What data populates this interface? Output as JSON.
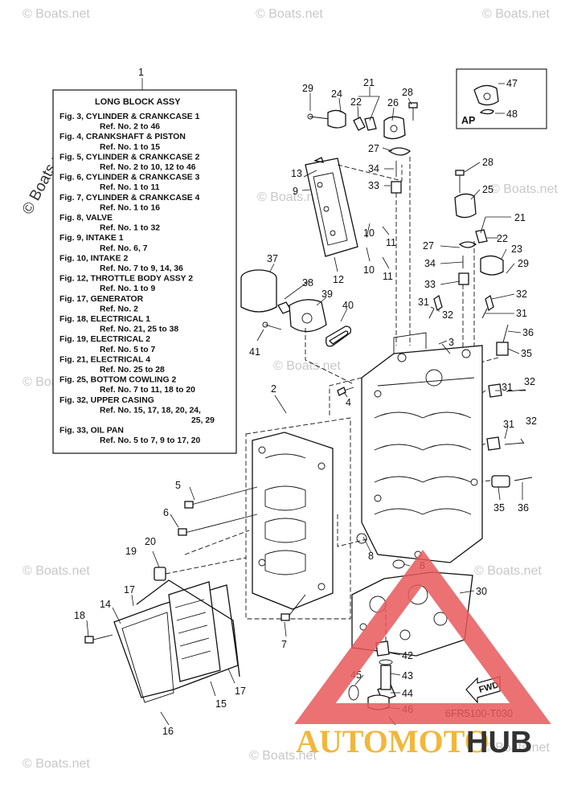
{
  "legend": {
    "title": "LONG BLOCK ASSY",
    "lines": [
      {
        "kind": "fig",
        "text": "Fig. 3, CYLINDER & CRANKCASE 1"
      },
      {
        "kind": "ref",
        "text": "Ref. No. 2 to 46"
      },
      {
        "kind": "fig",
        "text": "Fig. 4, CRANKSHAFT & PISTON"
      },
      {
        "kind": "ref",
        "text": "Ref. No. 1 to 15"
      },
      {
        "kind": "fig",
        "text": "Fig. 5, CYLINDER & CRANKCASE 2"
      },
      {
        "kind": "ref",
        "text": "Ref. No. 2 to 10, 12 to 46"
      },
      {
        "kind": "fig",
        "text": "Fig. 6, CYLINDER & CRANKCASE 3"
      },
      {
        "kind": "ref",
        "text": "Ref. No. 1 to 11"
      },
      {
        "kind": "fig",
        "text": "Fig. 7, CYLINDER & CRANKCASE 4"
      },
      {
        "kind": "ref",
        "text": "Ref. No. 1 to 16"
      },
      {
        "kind": "fig",
        "text": "Fig. 8, VALVE"
      },
      {
        "kind": "ref",
        "text": "Ref. No. 1 to 32"
      },
      {
        "kind": "fig",
        "text": "Fig. 9, INTAKE 1"
      },
      {
        "kind": "ref",
        "text": "Ref. No. 6, 7"
      },
      {
        "kind": "fig",
        "text": "Fig. 10, INTAKE 2"
      },
      {
        "kind": "ref",
        "text": "Ref. No. 7 to 9, 14, 36"
      },
      {
        "kind": "fig",
        "text": "Fig. 12, THROTTLE BODY ASSY 2"
      },
      {
        "kind": "ref",
        "text": "Ref. No. 1 to 9"
      },
      {
        "kind": "fig",
        "text": "Fig. 17, GENERATOR"
      },
      {
        "kind": "ref",
        "text": "Ref. No. 2"
      },
      {
        "kind": "fig",
        "text": "Fig. 18, ELECTRICAL 1"
      },
      {
        "kind": "ref",
        "text": "Ref. No. 21, 25 to 38"
      },
      {
        "kind": "fig",
        "text": "Fig. 19, ELECTRICAL 2"
      },
      {
        "kind": "ref",
        "text": "Ref. No. 5 to 7"
      },
      {
        "kind": "fig",
        "text": "Fig. 21, ELECTRICAL 4"
      },
      {
        "kind": "ref",
        "text": "Ref. No. 25 to 28"
      },
      {
        "kind": "fig",
        "text": "Fig. 25, BOTTOM COWLING 2"
      },
      {
        "kind": "ref",
        "text": "Ref. No. 7 to 11, 18 to 20"
      },
      {
        "kind": "fig",
        "text": "Fig. 32, UPPER CASING"
      },
      {
        "kind": "ref",
        "text": "Ref. No. 15, 17, 18, 20, 24,"
      },
      {
        "kind": "ref2",
        "text": "25, 29"
      },
      {
        "kind": "fig",
        "text": "Fig. 33, OIL PAN"
      },
      {
        "kind": "ref",
        "text": "Ref. No. 5 to 7, 9 to 17, 20"
      }
    ]
  },
  "callouts": [
    {
      "id": "c1",
      "text": "1"
    },
    {
      "id": "c2",
      "text": "2"
    },
    {
      "id": "c3",
      "text": "3"
    },
    {
      "id": "c4",
      "text": "4"
    },
    {
      "id": "c5",
      "text": "5"
    },
    {
      "id": "c6",
      "text": "6"
    },
    {
      "id": "c7",
      "text": "7"
    },
    {
      "id": "c8a",
      "text": "8"
    },
    {
      "id": "c8b",
      "text": "8"
    },
    {
      "id": "c9",
      "text": "9"
    },
    {
      "id": "c10a",
      "text": "10"
    },
    {
      "id": "c10b",
      "text": "10"
    },
    {
      "id": "c11a",
      "text": "11"
    },
    {
      "id": "c11b",
      "text": "11"
    },
    {
      "id": "c12",
      "text": "12"
    },
    {
      "id": "c13",
      "text": "13"
    },
    {
      "id": "c14",
      "text": "14"
    },
    {
      "id": "c15",
      "text": "15"
    },
    {
      "id": "c16",
      "text": "16"
    },
    {
      "id": "c17a",
      "text": "17"
    },
    {
      "id": "c17b",
      "text": "17"
    },
    {
      "id": "c18",
      "text": "18"
    },
    {
      "id": "c19",
      "text": "19"
    },
    {
      "id": "c20",
      "text": "20"
    },
    {
      "id": "c21a",
      "text": "21"
    },
    {
      "id": "c21b",
      "text": "21"
    },
    {
      "id": "c22a",
      "text": "22"
    },
    {
      "id": "c22b",
      "text": "22"
    },
    {
      "id": "c23",
      "text": "23"
    },
    {
      "id": "c24",
      "text": "24"
    },
    {
      "id": "c25",
      "text": "25"
    },
    {
      "id": "c26",
      "text": "26"
    },
    {
      "id": "c27a",
      "text": "27"
    },
    {
      "id": "c27b",
      "text": "27"
    },
    {
      "id": "c28a",
      "text": "28"
    },
    {
      "id": "c28b",
      "text": "28"
    },
    {
      "id": "c29a",
      "text": "29"
    },
    {
      "id": "c29b",
      "text": "29"
    },
    {
      "id": "c30",
      "text": "30"
    },
    {
      "id": "c31a",
      "text": "31"
    },
    {
      "id": "c31b",
      "text": "31"
    },
    {
      "id": "c31c",
      "text": "31"
    },
    {
      "id": "c31d",
      "text": "31"
    },
    {
      "id": "c32a",
      "text": "32"
    },
    {
      "id": "c32b",
      "text": "32"
    },
    {
      "id": "c32c",
      "text": "32"
    },
    {
      "id": "c32d",
      "text": "32"
    },
    {
      "id": "c33a",
      "text": "33"
    },
    {
      "id": "c33b",
      "text": "33"
    },
    {
      "id": "c34a",
      "text": "34"
    },
    {
      "id": "c34b",
      "text": "34"
    },
    {
      "id": "c35a",
      "text": "35"
    },
    {
      "id": "c35b",
      "text": "35"
    },
    {
      "id": "c36a",
      "text": "36"
    },
    {
      "id": "c36b",
      "text": "36"
    },
    {
      "id": "c37",
      "text": "37"
    },
    {
      "id": "c38",
      "text": "38"
    },
    {
      "id": "c39",
      "text": "39"
    },
    {
      "id": "c40",
      "text": "40"
    },
    {
      "id": "c41",
      "text": "41"
    },
    {
      "id": "c42",
      "text": "42"
    },
    {
      "id": "c43",
      "text": "43"
    },
    {
      "id": "c44",
      "text": "44"
    },
    {
      "id": "c45",
      "text": "45"
    },
    {
      "id": "c46",
      "text": "46"
    },
    {
      "id": "c47",
      "text": "47"
    },
    {
      "id": "c48",
      "text": "48"
    }
  ],
  "inset_label": "AP",
  "fwd_label": "FWD",
  "drawing_code": "6FR5100-T030",
  "watermark_text": "© Boats.net",
  "brand": {
    "part1": "AUTOMOTO",
    "part2": "HUB",
    "color1": "#f2b63a",
    "color2": "#333333",
    "triangle_color": "#e8585a"
  }
}
